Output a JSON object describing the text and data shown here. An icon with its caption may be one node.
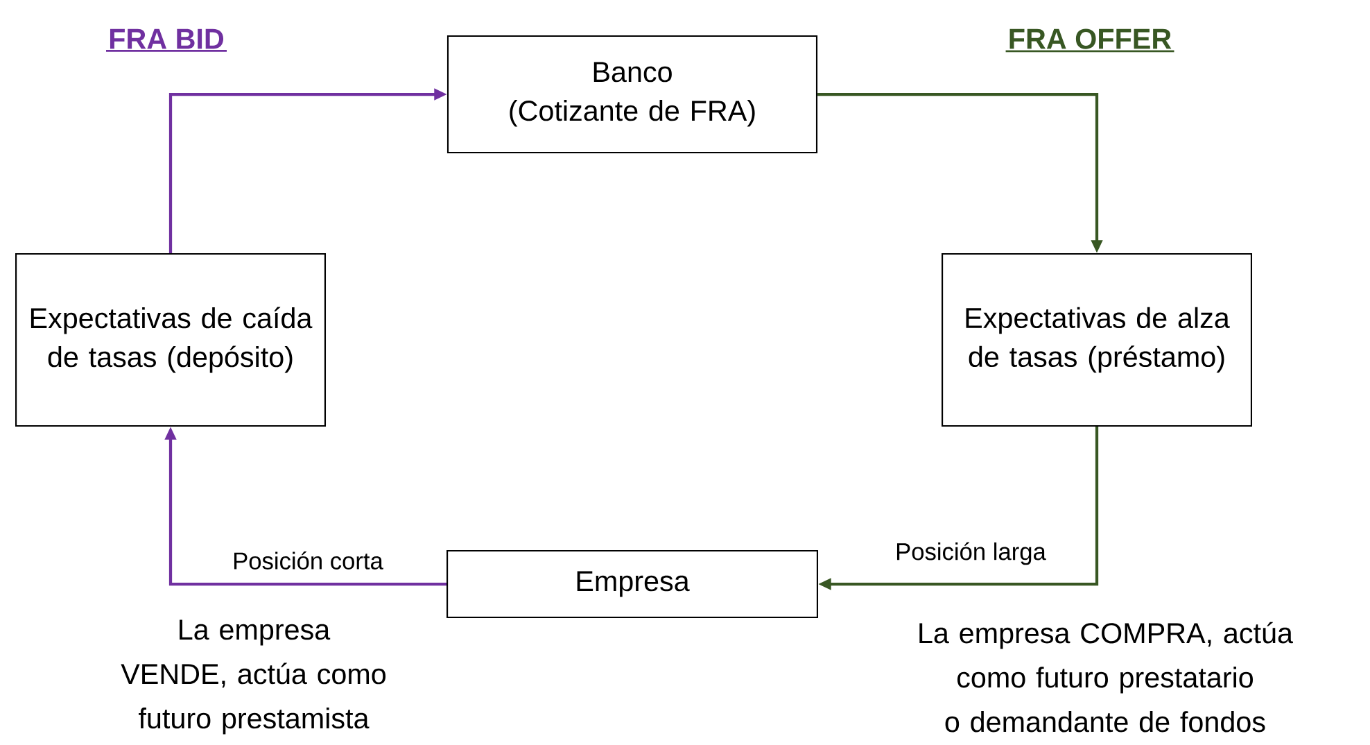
{
  "diagram": {
    "nodes": [
      {
        "text": [
          "Banco",
          "(Cotizante de FRA)"
        ]
      },
      {
        "text": [
          "Expectativas de caída de tasas (depósito)"
        ]
      },
      {
        "text": [
          "Expectativas de alza de tasas (préstamo)"
        ]
      },
      {
        "text": [
          "Empresa"
        ]
      }
    ],
    "edges": [
      {
        "from": 3,
        "to": 1,
        "arrow": "to",
        "label": "Posición corta",
        "color": "#7030a0"
      },
      {
        "from": 1,
        "to": 0,
        "arrow": "to",
        "color": "#7030a0"
      },
      {
        "from": 0,
        "to": 2,
        "arrow": "to",
        "color": "#385723"
      },
      {
        "from": 2,
        "to": 3,
        "arrow": "to",
        "label": "Posición larga",
        "color": "#385723"
      }
    ],
    "labels": [
      "FRA BID",
      "FRA OFFER",
      "La empresa VENDE, actúa como futuro prestamista",
      "La empresa COMPRA, actúa como futuro prestatario o demandante de fondos"
    ]
  }
}
